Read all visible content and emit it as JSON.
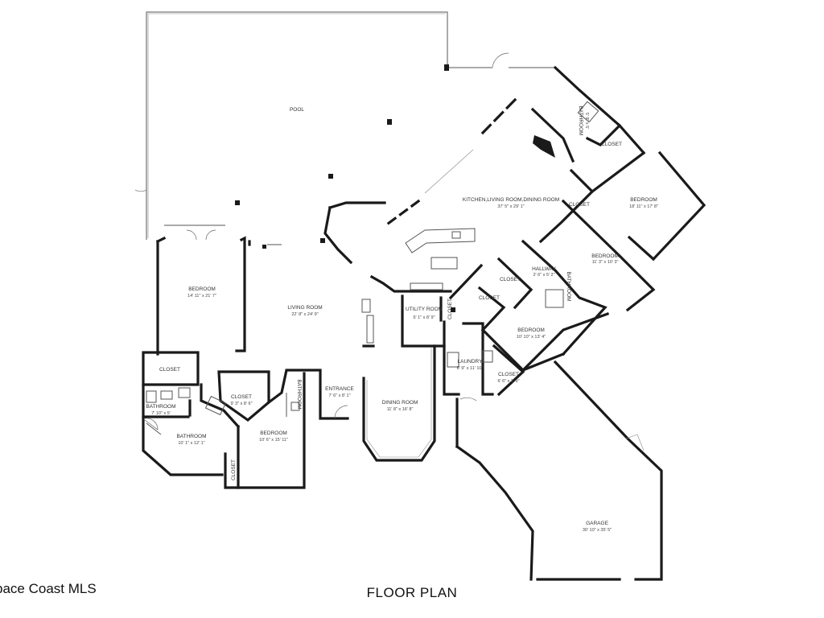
{
  "title": "FLOOR PLAN",
  "credit": "pace Coast MLS",
  "rooms": [
    {
      "name": "POOL",
      "dim": ""
    },
    {
      "name": "KITCHEN,LIVING ROOM,DINING ROOM",
      "dim": "37' 5\" x 29' 1\""
    },
    {
      "name": "BEDROOM",
      "dim": "18' 11\" x 17' 8\""
    },
    {
      "name": "BATHROOM",
      "dim": "5' 9\" x 5'"
    },
    {
      "name": "CLOSET",
      "dim": ""
    },
    {
      "name": "CLOSET",
      "dim": ""
    },
    {
      "name": "BEDROOM",
      "dim": "11' 3\" x 10' 3\""
    },
    {
      "name": "HALLWAY",
      "dim": "2' 6\" x 5' 2\""
    },
    {
      "name": "CLOSET",
      "dim": ""
    },
    {
      "name": "CLOSET",
      "dim": ""
    },
    {
      "name": "BATHROOM",
      "dim": ""
    },
    {
      "name": "BEDROOM",
      "dim": "10' 10\" x 13' 4\""
    },
    {
      "name": "CLOSET",
      "dim": "6' 6\" x 2' 9\""
    },
    {
      "name": "UTILITY ROOM",
      "dim": "6' 1\" x 8' 9\""
    },
    {
      "name": "CLOSET",
      "dim": ""
    },
    {
      "name": "LAUNDRY",
      "dim": "8' 9\" x 11' 10\""
    },
    {
      "name": "BEDROOM",
      "dim": "14' 11\" x 21' 7\""
    },
    {
      "name": "LIVING ROOM",
      "dim": "22' 8\" x 24' 9\""
    },
    {
      "name": "CLOSET",
      "dim": ""
    },
    {
      "name": "BATHROOM",
      "dim": "7' 10\" x 5'"
    },
    {
      "name": "BATHROOM",
      "dim": "10' 1\" x 12' 1\""
    },
    {
      "name": "CLOSET",
      "dim": "9' 3\" x 8' 6\""
    },
    {
      "name": "BEDROOM",
      "dim": "10' 6\" x 15' 11\""
    },
    {
      "name": "CLOSET",
      "dim": ""
    },
    {
      "name": "BATHROOM",
      "dim": ""
    },
    {
      "name": "ENTRANCE",
      "dim": "7' 6\" x 8' 1\""
    },
    {
      "name": "DINING ROOM",
      "dim": "11' 8\" x 16' 8\""
    },
    {
      "name": "GARAGE",
      "dim": "30' 10\" x 35' 5\""
    }
  ]
}
